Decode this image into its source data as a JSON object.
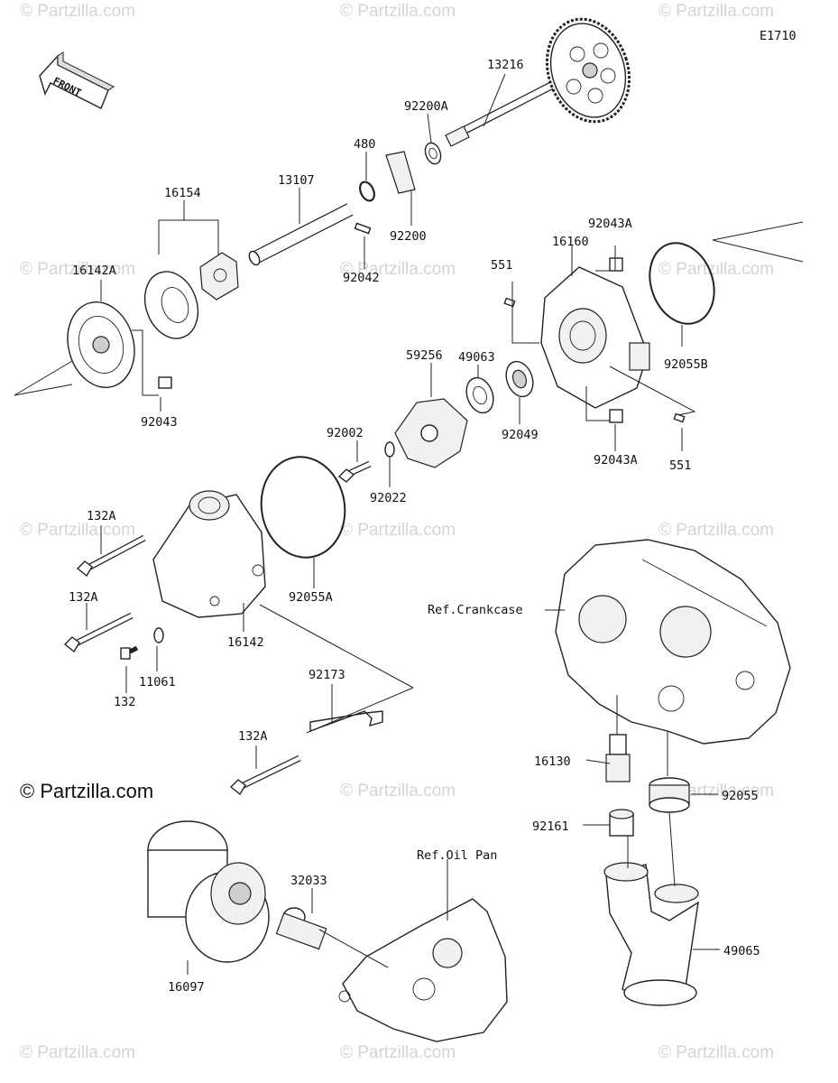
{
  "diagram_code": "E1710",
  "front_label": "FRONT",
  "copyright": "© Partzilla.com",
  "watermark": "© Partzilla.com",
  "references": {
    "crankcase": "Ref.Crankcase",
    "oil_pan": "Ref.Oil Pan"
  },
  "parts": [
    {
      "id": "p13216",
      "number": "13216"
    },
    {
      "id": "p92200A",
      "number": "92200A"
    },
    {
      "id": "p480",
      "number": "480"
    },
    {
      "id": "p92200",
      "number": "92200"
    },
    {
      "id": "p13107",
      "number": "13107"
    },
    {
      "id": "p92042",
      "number": "92042"
    },
    {
      "id": "p16154",
      "number": "16154"
    },
    {
      "id": "p16142A",
      "number": "16142A"
    },
    {
      "id": "p92043",
      "number": "92043"
    },
    {
      "id": "p16160",
      "number": "16160"
    },
    {
      "id": "p92043A_top",
      "number": "92043A"
    },
    {
      "id": "p551_top",
      "number": "551"
    },
    {
      "id": "p92055B",
      "number": "92055B"
    },
    {
      "id": "p49063",
      "number": "49063"
    },
    {
      "id": "p59256",
      "number": "59256"
    },
    {
      "id": "p92049",
      "number": "92049"
    },
    {
      "id": "p92043A_bot",
      "number": "92043A"
    },
    {
      "id": "p551_bot",
      "number": "551"
    },
    {
      "id": "p92002",
      "number": "92002"
    },
    {
      "id": "p92022",
      "number": "92022"
    },
    {
      "id": "p132A_1",
      "number": "132A"
    },
    {
      "id": "p132A_2",
      "number": "132A"
    },
    {
      "id": "p92055A",
      "number": "92055A"
    },
    {
      "id": "p16142",
      "number": "16142"
    },
    {
      "id": "p11061",
      "number": "11061"
    },
    {
      "id": "p132",
      "number": "132"
    },
    {
      "id": "p92173",
      "number": "92173"
    },
    {
      "id": "p132A_3",
      "number": "132A"
    },
    {
      "id": "p16130",
      "number": "16130"
    },
    {
      "id": "p92055",
      "number": "92055"
    },
    {
      "id": "p92161",
      "number": "92161"
    },
    {
      "id": "p32033",
      "number": "32033"
    },
    {
      "id": "p16097",
      "number": "16097"
    },
    {
      "id": "p49065",
      "number": "49065"
    }
  ]
}
